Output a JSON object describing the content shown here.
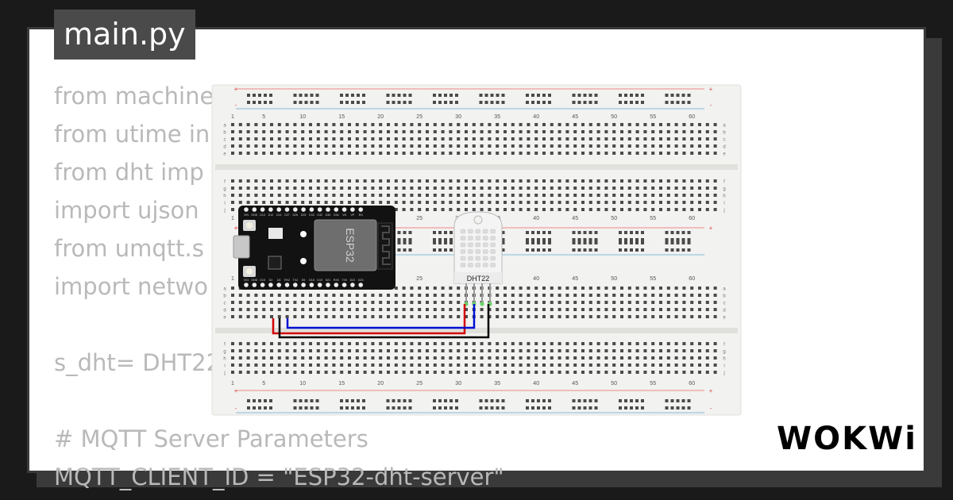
{
  "file_tab": {
    "label": "main.py"
  },
  "code_lines": [
    "from machine",
    "from utime in",
    "from dht imp",
    "import ujson",
    "from umqtt.s",
    "import netwo",
    "",
    "s_dht= DHT22",
    "",
    "# MQTT Server Parameters",
    "MQTT_CLIENT_ID = \"ESP32-dht-server\""
  ],
  "breadboard": {
    "column_numbers": [
      "1",
      "5",
      "10",
      "15",
      "20",
      "25",
      "30",
      "35",
      "40",
      "45",
      "50",
      "55",
      "60"
    ],
    "top_rows": [
      "a",
      "b",
      "c",
      "d",
      "e"
    ],
    "bottom_rows": [
      "f",
      "g",
      "h",
      "i",
      "j"
    ],
    "rail_plus": "+",
    "rail_minus": "-"
  },
  "esp32": {
    "label": "ESP32",
    "top_pins": [
      "VIN",
      "GND",
      "D13",
      "D12",
      "D14",
      "D27",
      "D26",
      "D25",
      "D33",
      "D32",
      "D35",
      "D34",
      "VN",
      "VP",
      "EN"
    ],
    "bottom_pins": [
      "3V3",
      "GND",
      "D15",
      "D2",
      "D4",
      "RX2",
      "TX2",
      "D5",
      "D18",
      "D19",
      "D21",
      "RX0",
      "TX0",
      "D22",
      "D23"
    ]
  },
  "dht22": {
    "label": "DHT22"
  },
  "wire_colors": {
    "red": "#d40000",
    "blue": "#0010d4",
    "black": "#000000",
    "green_pin": "#6cd46c"
  },
  "logo": {
    "text": "WOKWi"
  }
}
